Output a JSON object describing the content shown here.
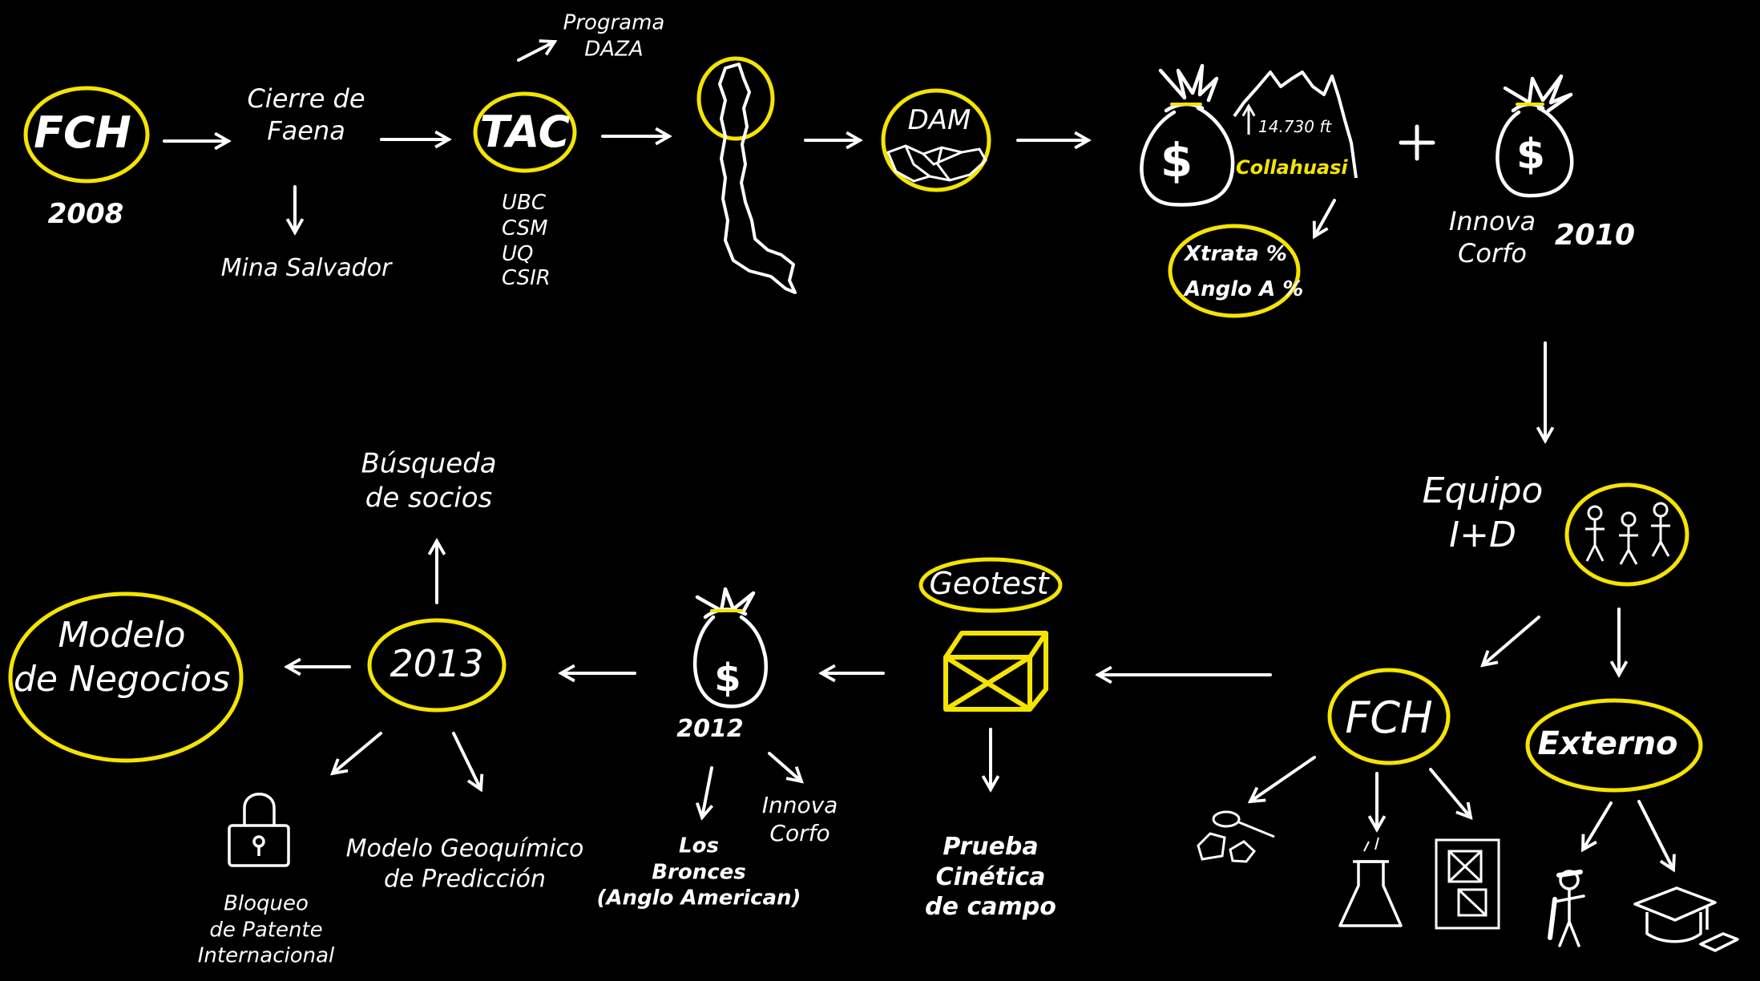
{
  "colors": {
    "background": "#000000",
    "ink": "#ffffff",
    "highlight": "#f5e400"
  },
  "top": {
    "fch": "FCH",
    "year_2008": "2008",
    "cierre": "Cierre de\nFaena",
    "mina": "Mina Salvador",
    "programa": "Programa\nDAZA",
    "tac": "TAC",
    "partners": [
      "UBC",
      "CSM",
      "UQ",
      "CSIR"
    ],
    "dam": "DAM",
    "altitude": "14.730 ft",
    "collahuasi": "Collahuasi",
    "xtrata": "Xtrata %",
    "anglo": "Anglo A %",
    "plus": "+",
    "innova": "Innova\nCorfo",
    "year_2010": "2010"
  },
  "right": {
    "equipo": "Equipo\nI+D",
    "fch": "FCH",
    "externo": "Externo"
  },
  "bottom": {
    "geotest": "Geotest",
    "prueba": "Prueba\nCinética\nde campo",
    "year_2012": "2012",
    "los_bronces": "Los\nBronces\n(Anglo American)",
    "innova": "Innova\nCorfo",
    "year_2013": "2013",
    "busqueda": "Búsqueda\nde socios",
    "modelo_negocios": "Modelo\nde Negocios",
    "modelo_geo": "Modelo Geoquímico\nde Predicción",
    "bloqueo": "Bloqueo\nde Patente\nInternacional"
  },
  "icons": [
    "money-bag-icon",
    "mountain-icon",
    "chile-map-icon",
    "dam-icon",
    "people-icon",
    "box-icon",
    "rocks-magnifier-icon",
    "flask-icon",
    "document-icon",
    "worker-icon",
    "graduation-cap-icon",
    "padlock-icon"
  ]
}
